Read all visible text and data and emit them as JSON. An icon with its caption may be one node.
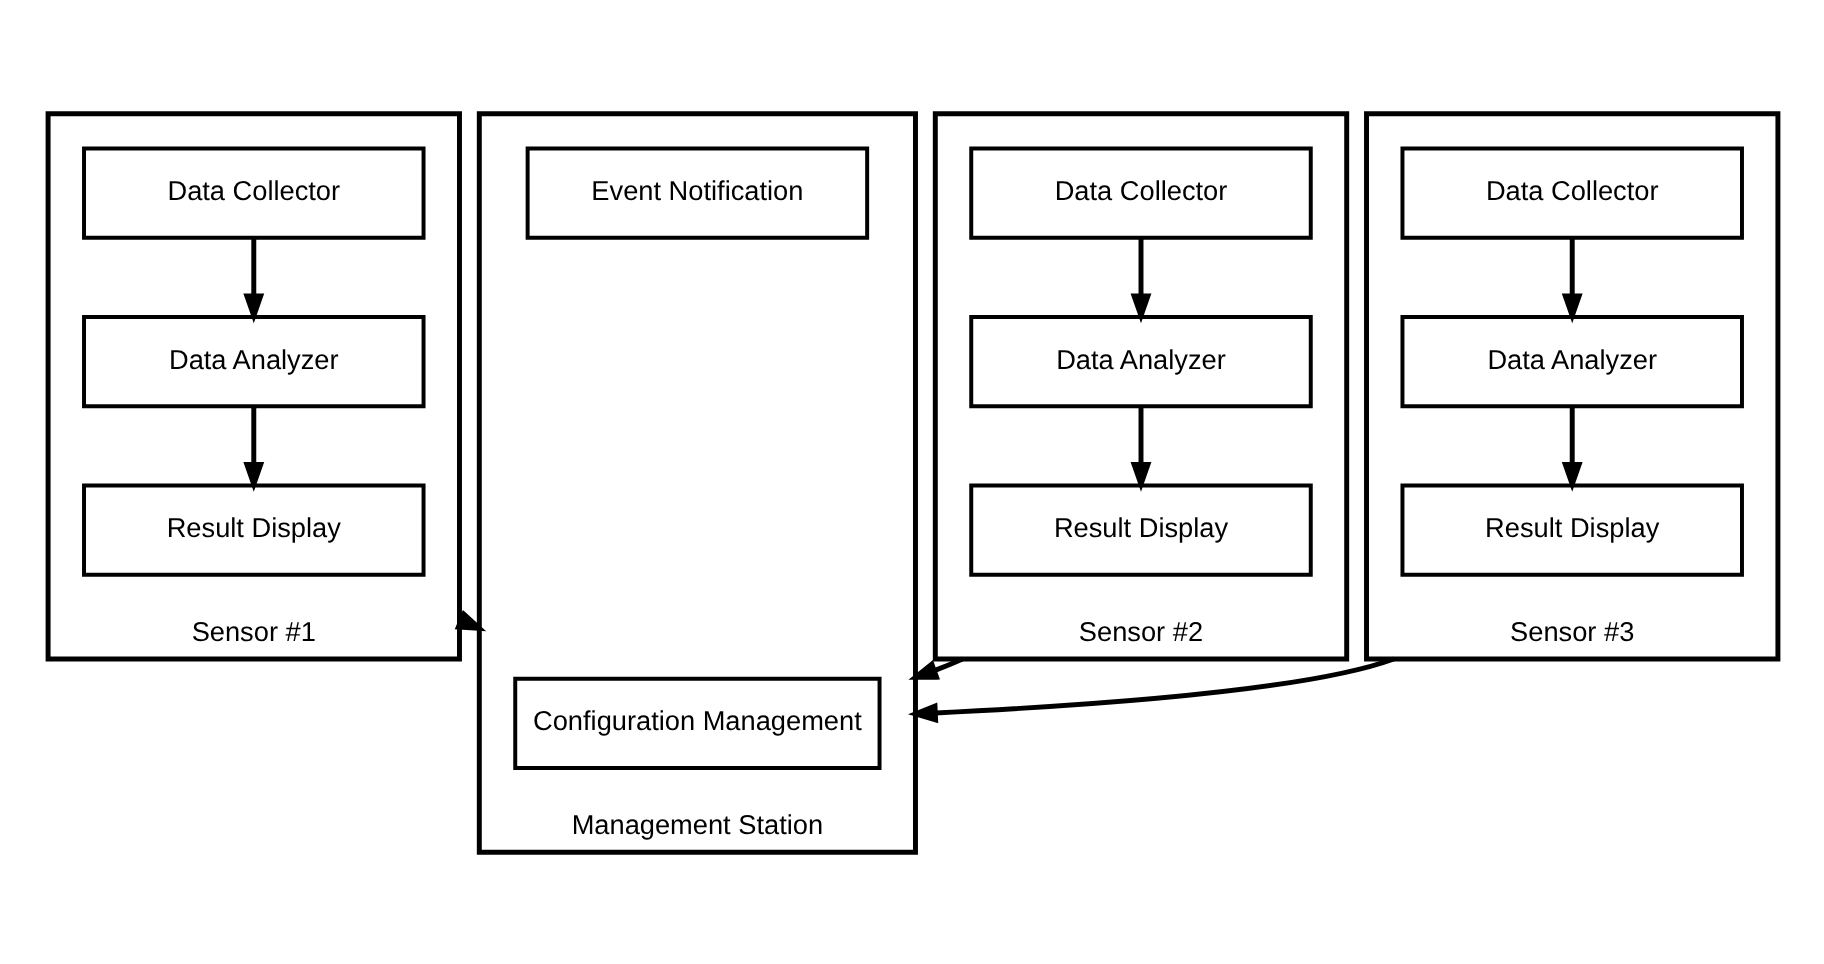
{
  "diagram": {
    "nodes": [
      {
        "text": [
          "Sensor #1"
        ]
      },
      {
        "text": [
          "Data Collector"
        ],
        "in": 0
      },
      {
        "text": [
          "Data Analyzer"
        ],
        "in": 0
      },
      {
        "text": [
          "Result Display"
        ],
        "in": 0
      },
      {
        "text": [
          "Sensor #2"
        ]
      },
      {
        "text": [
          "Data Collector"
        ],
        "in": 4
      },
      {
        "text": [
          "Data Analyzer"
        ],
        "in": 4
      },
      {
        "text": [
          "Result Display"
        ],
        "in": 4
      },
      {
        "text": [
          "Sensor #3"
        ]
      },
      {
        "text": [
          "Data Collector"
        ],
        "in": 8
      },
      {
        "text": [
          "Data Analyzer"
        ],
        "in": 8
      },
      {
        "text": [
          "Result Display"
        ],
        "in": 8
      },
      {
        "text": [
          "Management Station"
        ]
      },
      {
        "text": [
          "Configuration Management"
        ],
        "in": 12
      },
      {
        "text": [
          "Event Notification"
        ],
        "in": 12
      }
    ],
    "edges": [
      {
        "from": 1,
        "to": 2,
        "arrow": "to"
      },
      {
        "from": 2,
        "to": 3,
        "arrow": "to"
      },
      {
        "from": 5,
        "to": 6,
        "arrow": "to"
      },
      {
        "from": 6,
        "to": 7,
        "arrow": "to"
      },
      {
        "from": 9,
        "to": 10,
        "arrow": "to"
      },
      {
        "from": 10,
        "to": 11,
        "arrow": "to"
      },
      {
        "from": 0,
        "to": 12,
        "arrow": "to"
      },
      {
        "from": 4,
        "to": 12,
        "arrow": "to"
      },
      {
        "from": 8,
        "to": 12,
        "arrow": "to"
      }
    ]
  }
}
